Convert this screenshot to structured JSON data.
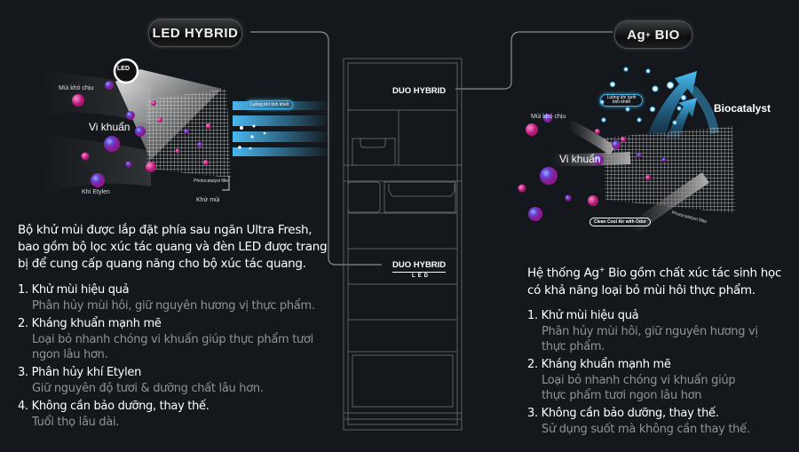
{
  "left_panel": {
    "badge": "LED HYBRID",
    "led_icon": "LED",
    "diagram_labels": {
      "odor": "Mùi khó chịu",
      "bacteria": "Vi khuẩn",
      "ethylene": "Khí Etylen",
      "clean_air": "Luồng khí tinh khiết",
      "filter": "Photocatalyst filter",
      "deodorize": "Khử mùi"
    },
    "intro": "Bộ khử mùi được lắp đặt phía sau ngăn Ultra Fresh, bao gồm bộ lọc xúc tác quang và đèn LED được trang bị để cung cấp quang năng cho bộ xúc tác quang.",
    "features": [
      {
        "title": "1. Khử mùi hiệu quả",
        "desc": "Phân hủy mùi hôi, giữ nguyên hương vị thực phẩm."
      },
      {
        "title": "2. Kháng khuẩn mạnh mẽ",
        "desc": "Loại bỏ nhanh chóng vi khuẩn giúp thực phẩm tươi ngon lâu hơn."
      },
      {
        "title": "3. Phân hủy khí Etylen",
        "desc": "Giữ nguyên độ tươi & dưỡng chất lâu hơn."
      },
      {
        "title": "4. Không cần bảo dưỡng, thay thế.",
        "desc": "Tuổi thọ lâu dài."
      }
    ]
  },
  "fridge": {
    "top_label": "DUO HYBRID",
    "bottom_label": "DUO HYBRID",
    "bottom_sub": "LED"
  },
  "right_panel": {
    "badge_main": "Ag",
    "badge_sup": "+",
    "badge_rest": " BIO",
    "diagram_labels": {
      "odor": "Mùi khó chịu",
      "bacteria": "Vi khuẩn",
      "clean_air": "Luồng khí lạnh tinh khiết",
      "biocatalyst": "Biocatalyst",
      "clean_cool": "Clean Cool Air with Odor",
      "filter": "Photocatalyst filter"
    },
    "intro_part1": "Hệ thống Ag",
    "intro_sup": "+",
    "intro_part2": " Bio gồm chất xúc tác sinh học có khả năng loại bỏ mùi hôi thực phẩm.",
    "features": [
      {
        "title": "1. Khử mùi hiệu quả",
        "desc": "Phân hủy mùi hôi, giữ nguyên hương vị thực phẩm."
      },
      {
        "title": "2. Kháng khuẩn mạnh mẽ",
        "desc": "Loại bỏ nhanh chóng vi khuẩn giúp thực phẩm tươi ngon lâu hơn"
      },
      {
        "title": "3. Không cần bảo dưỡng, thay thế.",
        "desc": "Sử dụng suốt mà không cần thay thế."
      }
    ]
  },
  "colors": {
    "background": "#14181c",
    "accent_blue": "#3ab0e8",
    "magenta": "#e0308a",
    "muted_text": "#8f9296"
  }
}
